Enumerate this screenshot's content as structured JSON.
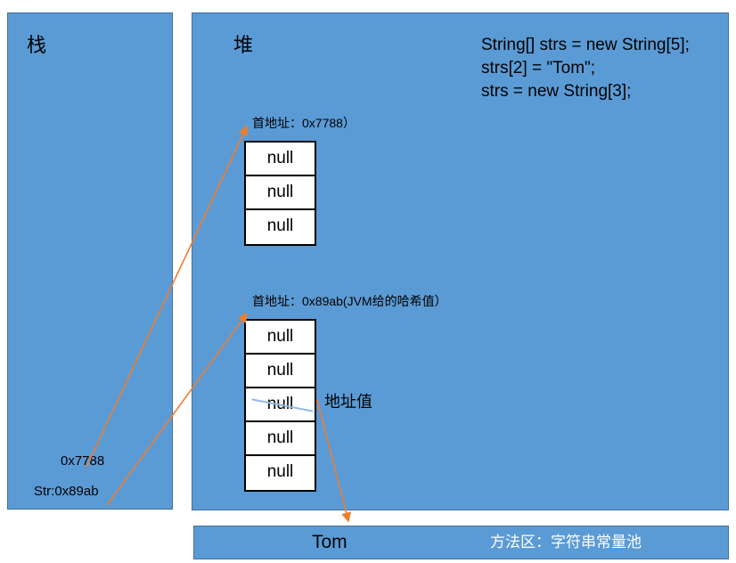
{
  "diagram": {
    "title_stack": "栈",
    "title_heap": "堆",
    "code": {
      "line1": "String[] strs = new String[5];",
      "line2": "strs[2] = \"Tom\";",
      "line3": "strs = new String[3];"
    },
    "heap": {
      "array_new": {
        "address_label": "首地址：0x7788）",
        "cells": [
          "null",
          "null",
          "null"
        ]
      },
      "array_old": {
        "address_label": "首地址：0x89ab(JVM给的哈希值）",
        "cells": [
          "null",
          "null",
          "null",
          "null",
          "null"
        ],
        "struck_index": 2
      },
      "address_value_label": "地址值"
    },
    "stack": {
      "vars": [
        "0x7788",
        "Str:0x89ab"
      ]
    },
    "method_area": {
      "pool_value": "Tom",
      "label": "方法区：字符串常量池"
    },
    "colors": {
      "panel_fill": "#5B9BD5",
      "panel_border": "#41719C",
      "arrow": "#ED7D31",
      "strike": "#8FB7E0",
      "cell_border": "#000000"
    }
  }
}
